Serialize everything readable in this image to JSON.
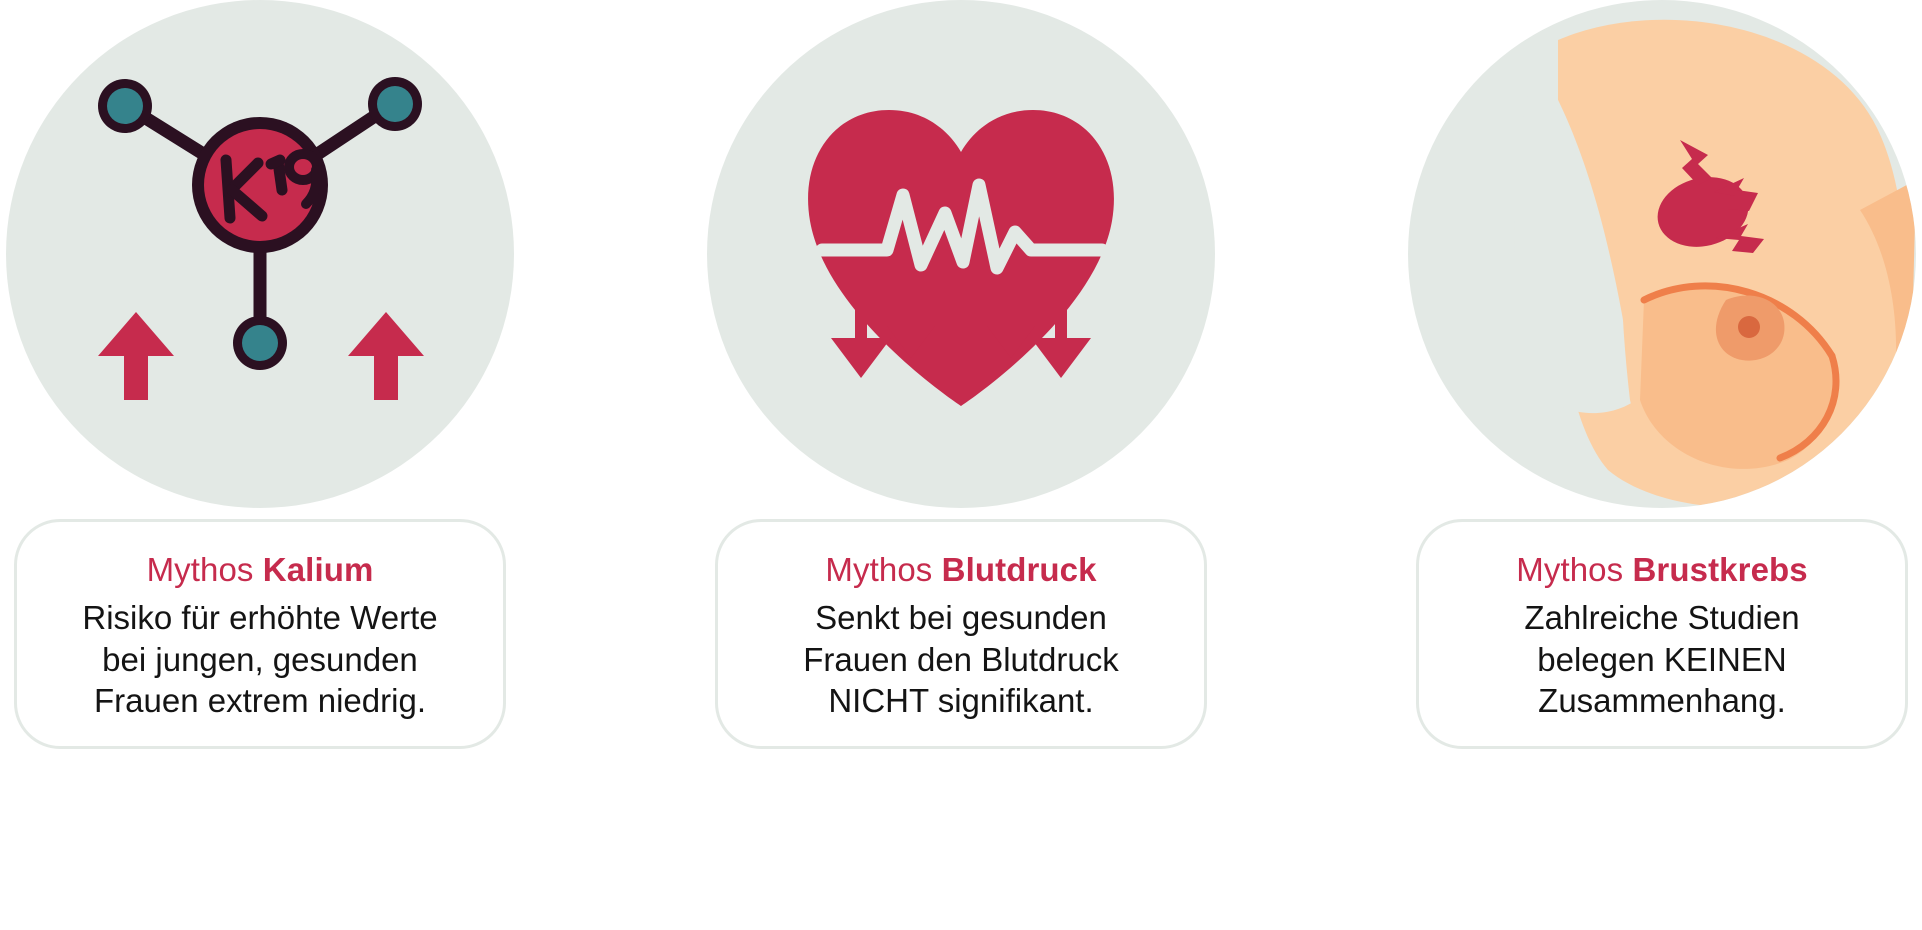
{
  "palette": {
    "crimson": "#c62b4d",
    "dark_plum": "#2b1021",
    "teal": "#35838c",
    "circle_bg": "#e3e9e5",
    "card_border": "#e3e9e5",
    "body_text": "#141414",
    "page_bg": "#ffffff",
    "skin_light": "#fbcfa4",
    "skin_mid": "#f9bd8b",
    "skin_shade": "#f0a878",
    "areola": "#ef9b6a",
    "nipple": "#d9683f",
    "ecg_line": "#e3e9e5"
  },
  "cards": [
    {
      "icon": "potassium-molecule-icon",
      "icon_label": "K19",
      "title_prefix": "Mythos ",
      "title_bold": "Kalium",
      "body": "Risiko für erhöhte Werte\nbei jungen, gesunden\nFrauen extrem niedrig."
    },
    {
      "icon": "heart-ecg-icon",
      "icon_label": "",
      "title_prefix": "Mythos ",
      "title_bold": "Blutdruck",
      "body": "Senkt bei gesunden\nFrauen den Blutdruck\nNICHT signifikant."
    },
    {
      "icon": "breast-tumor-icon",
      "icon_label": "",
      "title_prefix": "Mythos ",
      "title_bold": "Brustkrebs",
      "body": "Zahlreiche Studien\nbelegen KEINEN\nZusammenhang."
    }
  ]
}
